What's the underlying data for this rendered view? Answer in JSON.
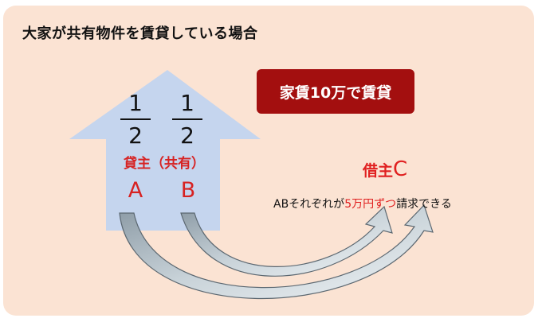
{
  "title": "大家が共有物件を賃貸している場合",
  "rent_label": "家賃10万で賃貸",
  "shares": [
    {
      "numerator": "1",
      "denominator": "2"
    },
    {
      "numerator": "1",
      "denominator": "2"
    }
  ],
  "landlord_label": "貸主（共有）",
  "owner_a": "A",
  "owner_b": "B",
  "borrower_prefix": "借主",
  "borrower_letter": "C",
  "claim": {
    "before": "ABそれぞれが",
    "highlight": "5万円ずつ",
    "after": "請求できる"
  },
  "colors": {
    "background": "#fbe3d3",
    "house": "#c5d5ee",
    "rent_box": "#a30f0f",
    "accent_red": "#e02020",
    "flow_arrow": "#b8c4cc"
  }
}
